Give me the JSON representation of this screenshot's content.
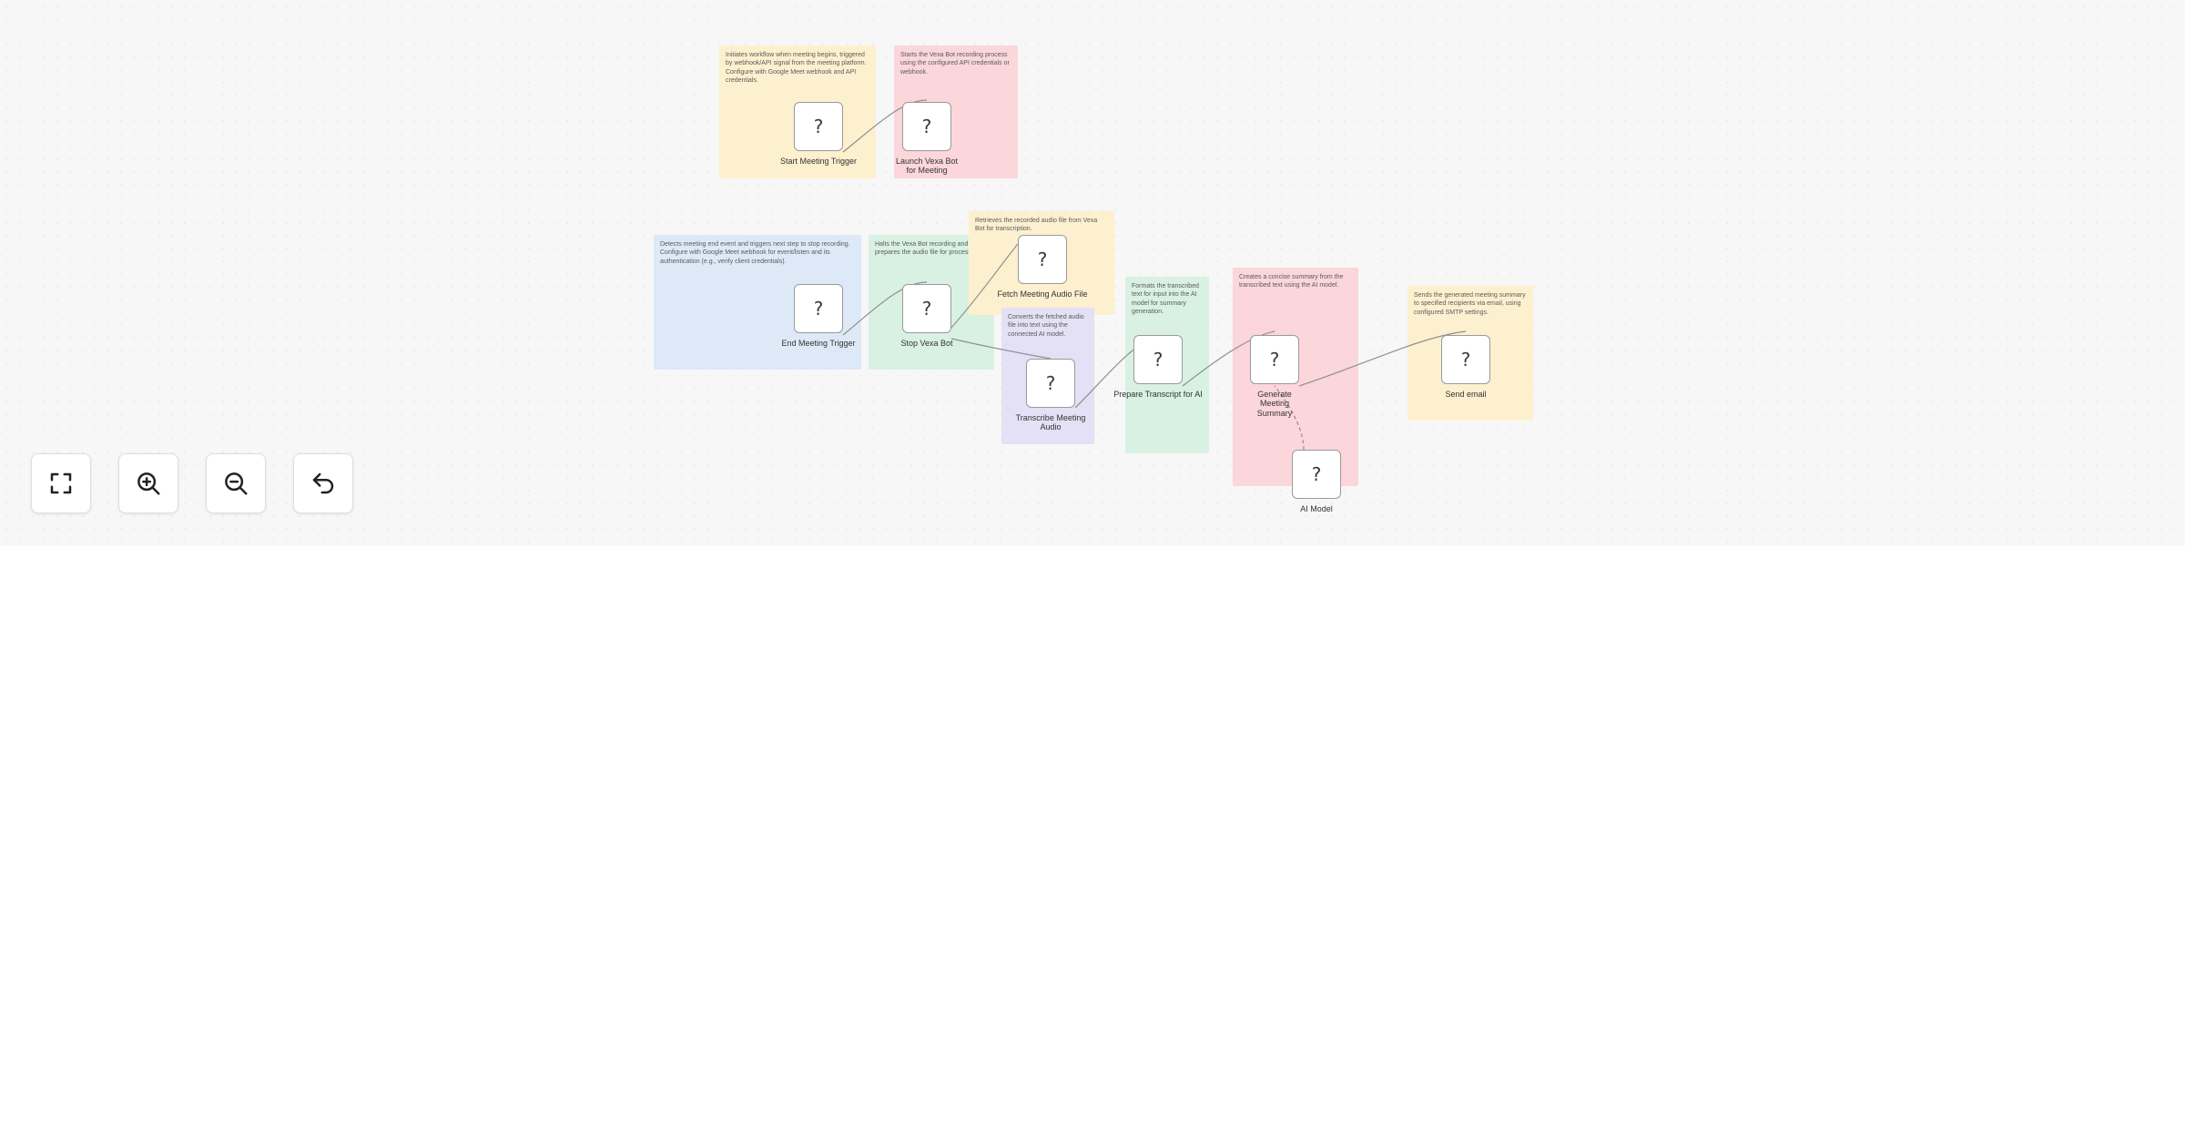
{
  "notes": {
    "start_trigger": "Initiates workflow when meeting begins, triggered by webhook/API signal from the meeting platform. Configure with Google Meet webhook and API credentials.",
    "launch_bot": "Starts the Vexa Bot recording process using the configured API credentials or webhook.",
    "fetch_audio": "Retrieves the recorded audio file from Vexa Bot for transcription.",
    "end_trigger": "Detects meeting end event and triggers next step to stop recording. Configure with Google Meet webhook for event/listen and its authentication (e.g., verify client credentials).",
    "stop_bot": "Halts the Vexa Bot recording and prepares the audio file for processing.",
    "transcribe": "Converts the fetched audio file into text using the connected AI model.",
    "prepare": "Formats the transcribed text for input into the AI model for summary generation.",
    "summary": "Creates a concise summary from the transcribed text using the AI model.",
    "email": "Sends the generated meeting summary to specified recipients via email, using configured SMTP settings."
  },
  "nodes": {
    "start_trigger": {
      "icon": "?",
      "label": "Start Meeting Trigger"
    },
    "launch_bot": {
      "icon": "?",
      "label": "Launch Vexa Bot for Meeting"
    },
    "fetch_audio": {
      "icon": "?",
      "label": "Fetch Meeting Audio File"
    },
    "end_trigger": {
      "icon": "?",
      "label": "End Meeting Trigger"
    },
    "stop_bot": {
      "icon": "?",
      "label": "Stop Vexa Bot"
    },
    "transcribe": {
      "icon": "?",
      "label": "Transcribe Meeting Audio"
    },
    "prepare": {
      "icon": "?",
      "label": "Prepare Transcript for AI"
    },
    "summary": {
      "icon": "?",
      "label": "Generate Meeting Summary"
    },
    "email": {
      "icon": "?",
      "label": "Send email"
    },
    "ai_model": {
      "icon": "?",
      "label": "AI Model"
    }
  },
  "controls": {
    "fit": "fit-view-icon",
    "zoom_in": "zoom-in-icon",
    "zoom_out": "zoom-out-icon",
    "reset": "undo-icon"
  },
  "colors": {
    "canvas": "#f7f7f7",
    "note_yellow": "#fdf0cf",
    "note_red": "#fbd6da",
    "note_blue": "#dde9f7",
    "note_green": "#d9f1e2",
    "note_purple": "#e4e0f5"
  }
}
